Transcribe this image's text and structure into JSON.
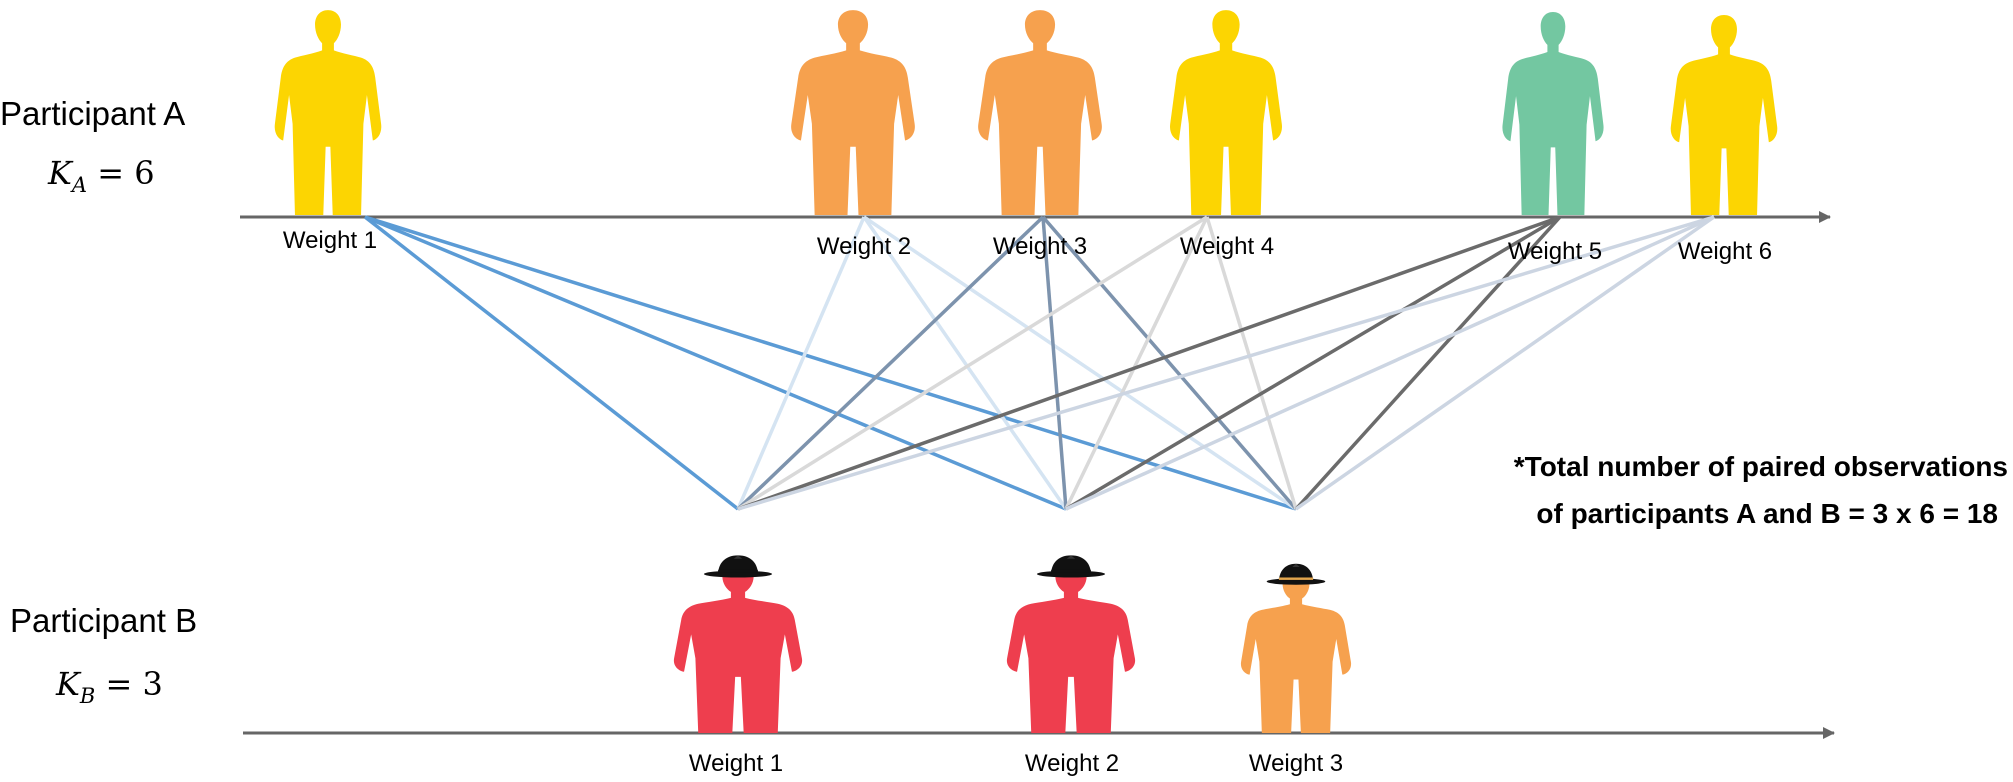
{
  "participant_a": {
    "title": "Participant A",
    "k_symbol": "K",
    "k_subscript": "A",
    "k_rest": " = 6",
    "weights": [
      {
        "label": "Weight 1",
        "color": "#FCD502"
      },
      {
        "label": "Weight 2",
        "color": "#F6A14E"
      },
      {
        "label": "Weight 3",
        "color": "#F6A14E"
      },
      {
        "label": "Weight 4",
        "color": "#FCD502"
      },
      {
        "label": "Weight 5",
        "color": "#73C7A1"
      },
      {
        "label": "Weight 6",
        "color": "#FCD502"
      }
    ]
  },
  "participant_b": {
    "title": "Participant B",
    "k_symbol": "K",
    "k_subscript": "B",
    "k_rest": " = 3",
    "weights": [
      {
        "label": "Weight 1",
        "color": "#EE3E4E"
      },
      {
        "label": "Weight 2",
        "color": "#EE3E4E"
      },
      {
        "label": "Weight 3",
        "color": "#F6A14E"
      }
    ]
  },
  "note": {
    "line1": "*Total number of paired observations",
    "line2": "of participants A and B = 3 x 6 = 18"
  },
  "link_colors": [
    "#5B9BD5",
    "#D5E4F2",
    "#7D93AD",
    "#D9D9D9",
    "#6B6B6B",
    "#CCD5E2"
  ],
  "axis_color": "#666666"
}
